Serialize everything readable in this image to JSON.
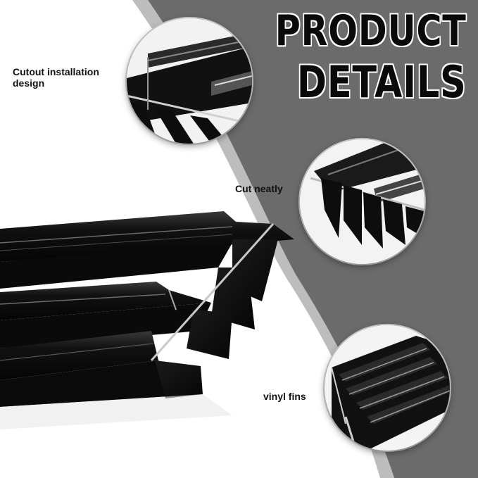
{
  "title": {
    "line1": "PRODUCT",
    "line2": "DETAILS"
  },
  "callouts": [
    {
      "label": "Cutout installation design"
    },
    {
      "label": "Cut neatly"
    },
    {
      "label": "vinyl fins"
    }
  ],
  "colors": {
    "background_dark": "#6b6b6b",
    "background_light": "#ffffff",
    "product_black": "#0f0f0f",
    "title_text": "#0a0a0a"
  }
}
